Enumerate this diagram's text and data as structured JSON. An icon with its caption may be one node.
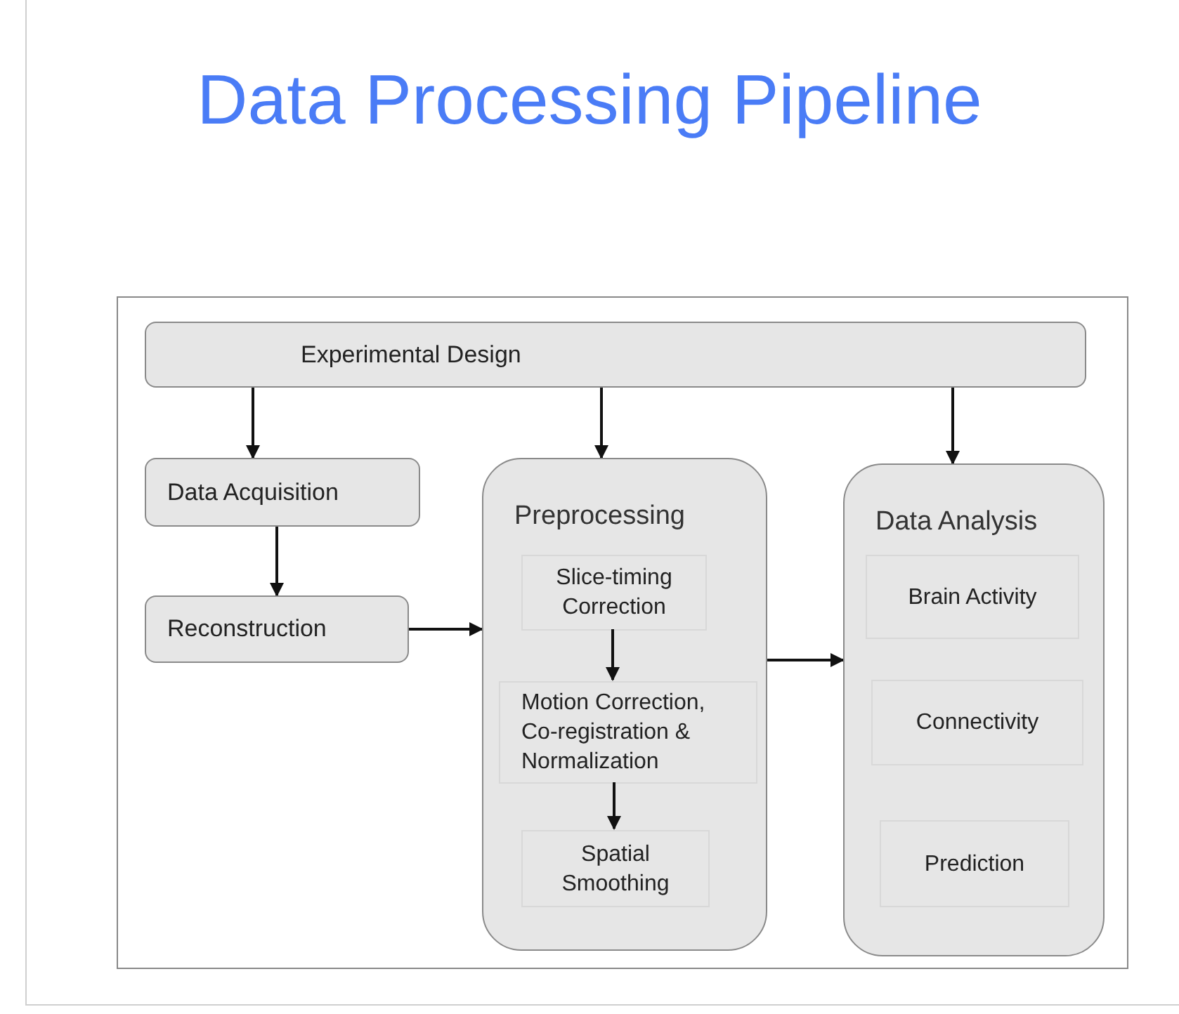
{
  "diagram": {
    "title": "Data Processing Pipeline",
    "nodes": [
      {
        "text": [
          "Experimental Design"
        ]
      },
      {
        "text": [
          "Data Acquisition"
        ]
      },
      {
        "text": [
          "Reconstruction"
        ]
      },
      {
        "text": [
          "Preprocessing"
        ]
      },
      {
        "text": [
          "Slice-timing Correction"
        ],
        "in": 3
      },
      {
        "text": [
          "Motion Correction, Co-registration & Normalization"
        ],
        "in": 3
      },
      {
        "text": [
          "Spatial Smoothing"
        ],
        "in": 3
      },
      {
        "text": [
          "Data Analysis"
        ]
      },
      {
        "text": [
          "Brain Activity"
        ],
        "in": 7
      },
      {
        "text": [
          "Connectivity"
        ],
        "in": 7
      },
      {
        "text": [
          "Prediction"
        ],
        "in": 7
      }
    ],
    "edges": [
      {
        "from": 0,
        "to": 1,
        "arrow": "to"
      },
      {
        "from": 0,
        "to": 3,
        "arrow": "to"
      },
      {
        "from": 0,
        "to": 7,
        "arrow": "to"
      },
      {
        "from": 1,
        "to": 2,
        "arrow": "to"
      },
      {
        "from": 2,
        "to": 3,
        "arrow": "to"
      },
      {
        "from": 4,
        "to": 5,
        "arrow": "to"
      },
      {
        "from": 5,
        "to": 6,
        "arrow": "to"
      },
      {
        "from": 3,
        "to": 7,
        "arrow": "to"
      }
    ]
  }
}
